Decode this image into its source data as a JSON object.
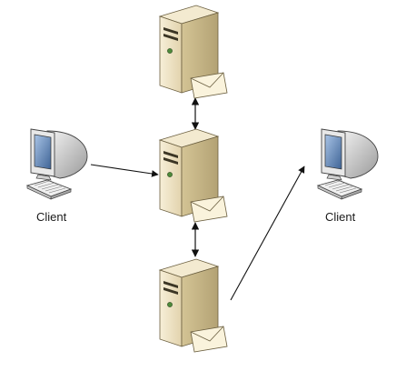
{
  "diagram": {
    "nodes": [
      {
        "id": "server-top",
        "kind": "server"
      },
      {
        "id": "server-middle",
        "kind": "server"
      },
      {
        "id": "server-bottom",
        "kind": "server"
      },
      {
        "id": "client-left",
        "kind": "client",
        "label": "Client"
      },
      {
        "id": "client-right",
        "kind": "client",
        "label": "Client"
      }
    ],
    "edges": [
      {
        "from": "server-top",
        "to": "server-middle",
        "style": "bidirectional-arrow"
      },
      {
        "from": "server-middle",
        "to": "server-bottom",
        "style": "bidirectional-arrow"
      },
      {
        "from": "client-left",
        "to": "server-middle",
        "style": "arrow"
      },
      {
        "from": "server-bottom",
        "to": "client-right",
        "style": "arrow"
      }
    ],
    "colors": {
      "server_body": "#efe4c8",
      "server_side": "#c8b888",
      "envelope": "#faf3dc",
      "monitor": "#d7d7d7",
      "screen": "#5a7fb0",
      "line": "#111111"
    }
  }
}
